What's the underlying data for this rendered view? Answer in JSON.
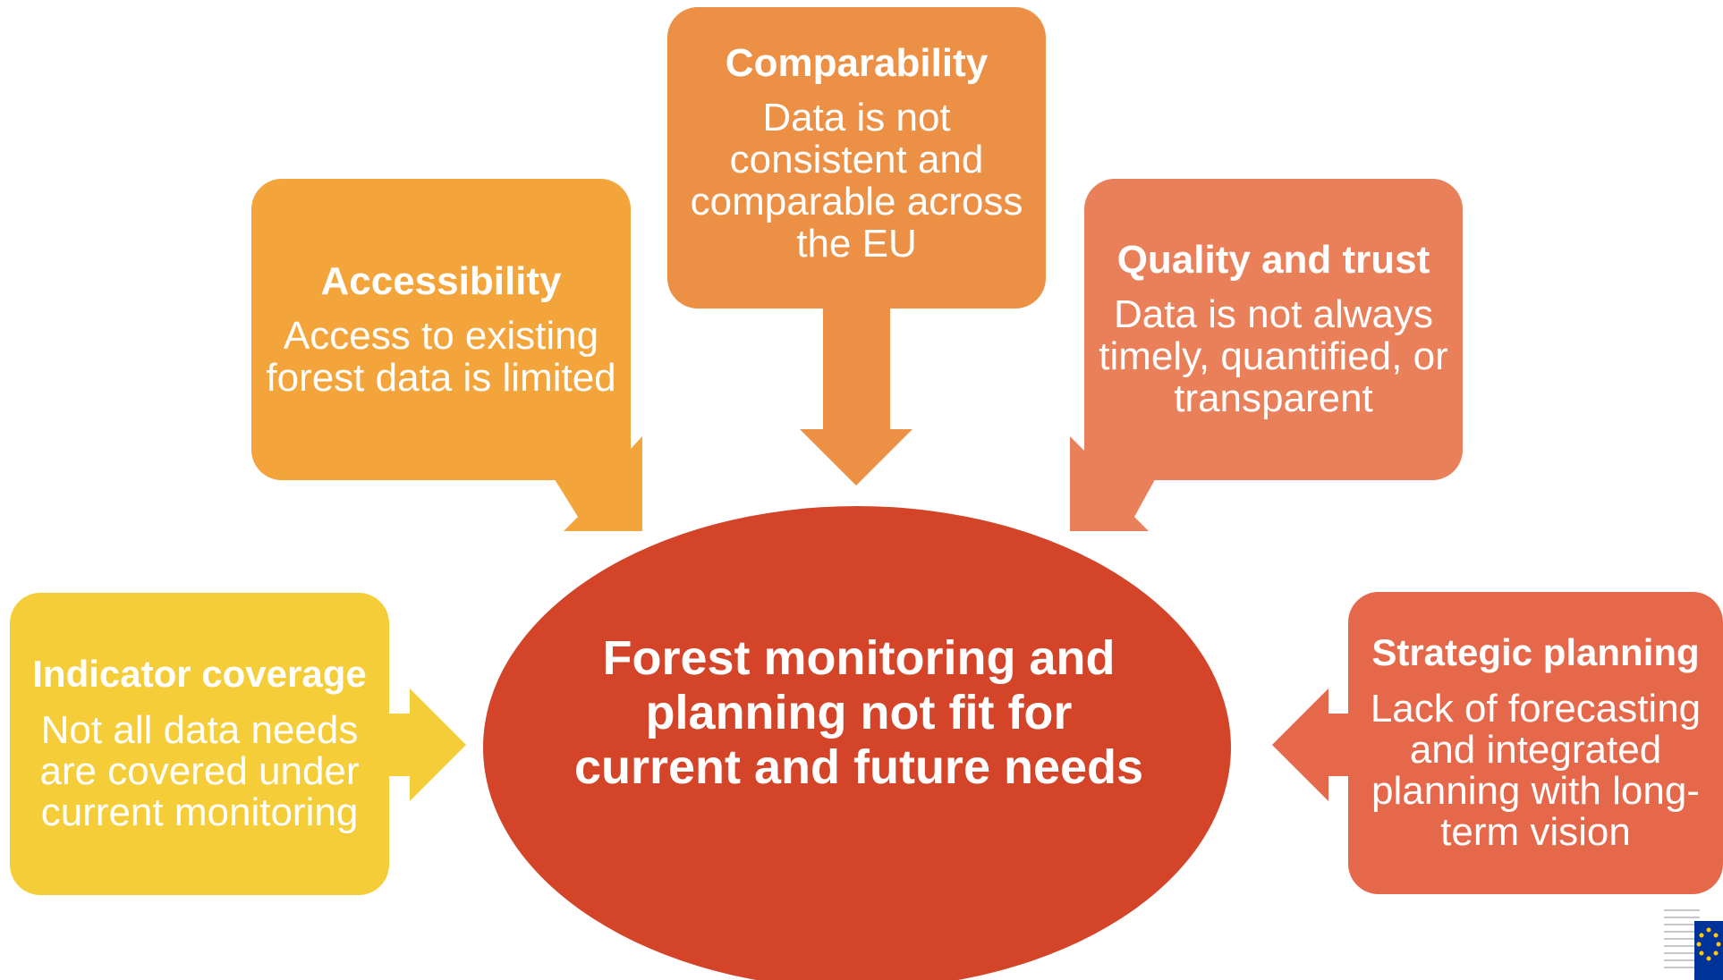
{
  "center": {
    "text": "Forest monitoring and planning not fit for current and future needs",
    "color": "#d44429"
  },
  "boxes": {
    "comparability": {
      "title": "Comparability",
      "body": "Data is not consistent and comparable across the EU",
      "color": "#ec9046"
    },
    "accessibility": {
      "title": "Accessibility",
      "body": "Access to existing forest data is limited",
      "color": "#f3a43a"
    },
    "quality": {
      "title": "Quality and trust",
      "body": "Data is not always timely, quantified, or transparent",
      "color": "#e9805a"
    },
    "indicator": {
      "title": "Indicator coverage",
      "body": "Not all data needs are covered under current monitoring",
      "color": "#f5cd38"
    },
    "strategic": {
      "title": "Strategic planning",
      "body": "Lack of forecasting and integrated planning with long-term vision",
      "color": "#e5684b"
    }
  },
  "logo": {
    "icon": "eu-flag-icon",
    "flag_color": "#003399",
    "star_color": "#ffcc00"
  }
}
